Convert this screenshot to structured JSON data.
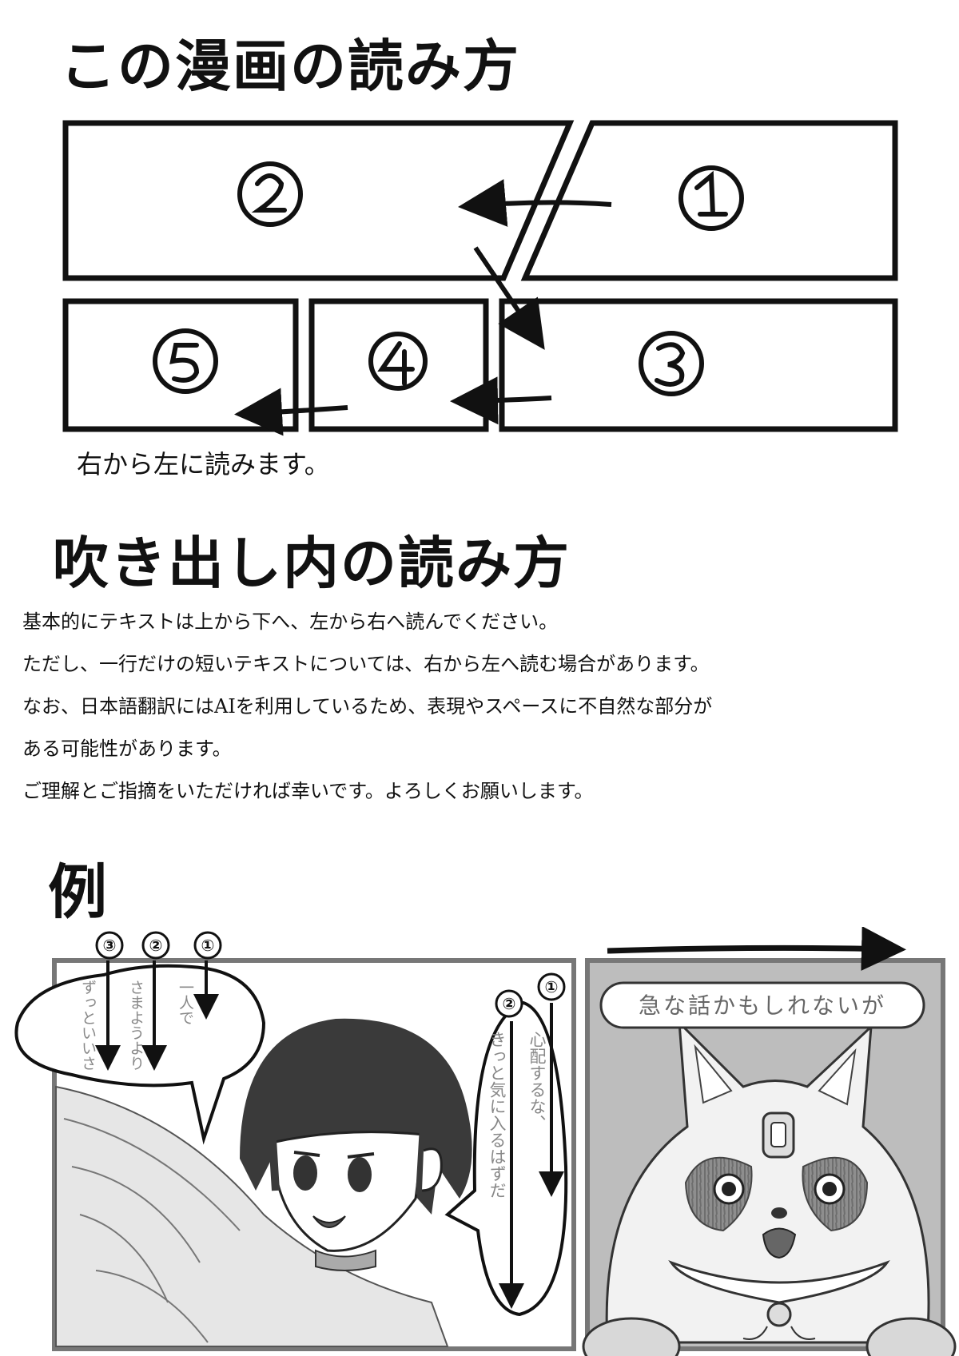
{
  "section1": {
    "title": "この漫画の読み方",
    "panel_numbers": [
      "①",
      "②",
      "③",
      "④",
      "⑤"
    ],
    "caption": "右から左に読みます。"
  },
  "section2": {
    "title": "吹き出し内の読み方",
    "lines": [
      "基本的にテキストは上から下へ、左から右へ読んでください。",
      "ただし、一行だけの短いテキストについては、右から左へ読む場合があります。",
      "なお、日本語翻訳にはAIを利用しているため、表現やスペースに不自然な部分が",
      "ある可能性があります。",
      "ご理解とご指摘をいただければ幸いです。よろしくお願いします。"
    ]
  },
  "section3": {
    "title": "例",
    "left_bubble": {
      "markers": [
        "①",
        "②",
        "③"
      ],
      "columns": [
        "一人で",
        "さまようより",
        "ずっといいさ"
      ]
    },
    "right_bubble": {
      "markers": [
        "①",
        "②"
      ],
      "columns": [
        "心配するな、",
        "きっと気に入るはずだ"
      ]
    },
    "horizontal_bubble": "急な話かもしれないが"
  },
  "colors": {
    "ink": "#111111",
    "tone": "#9a9a9a",
    "paper": "#ffffff"
  }
}
